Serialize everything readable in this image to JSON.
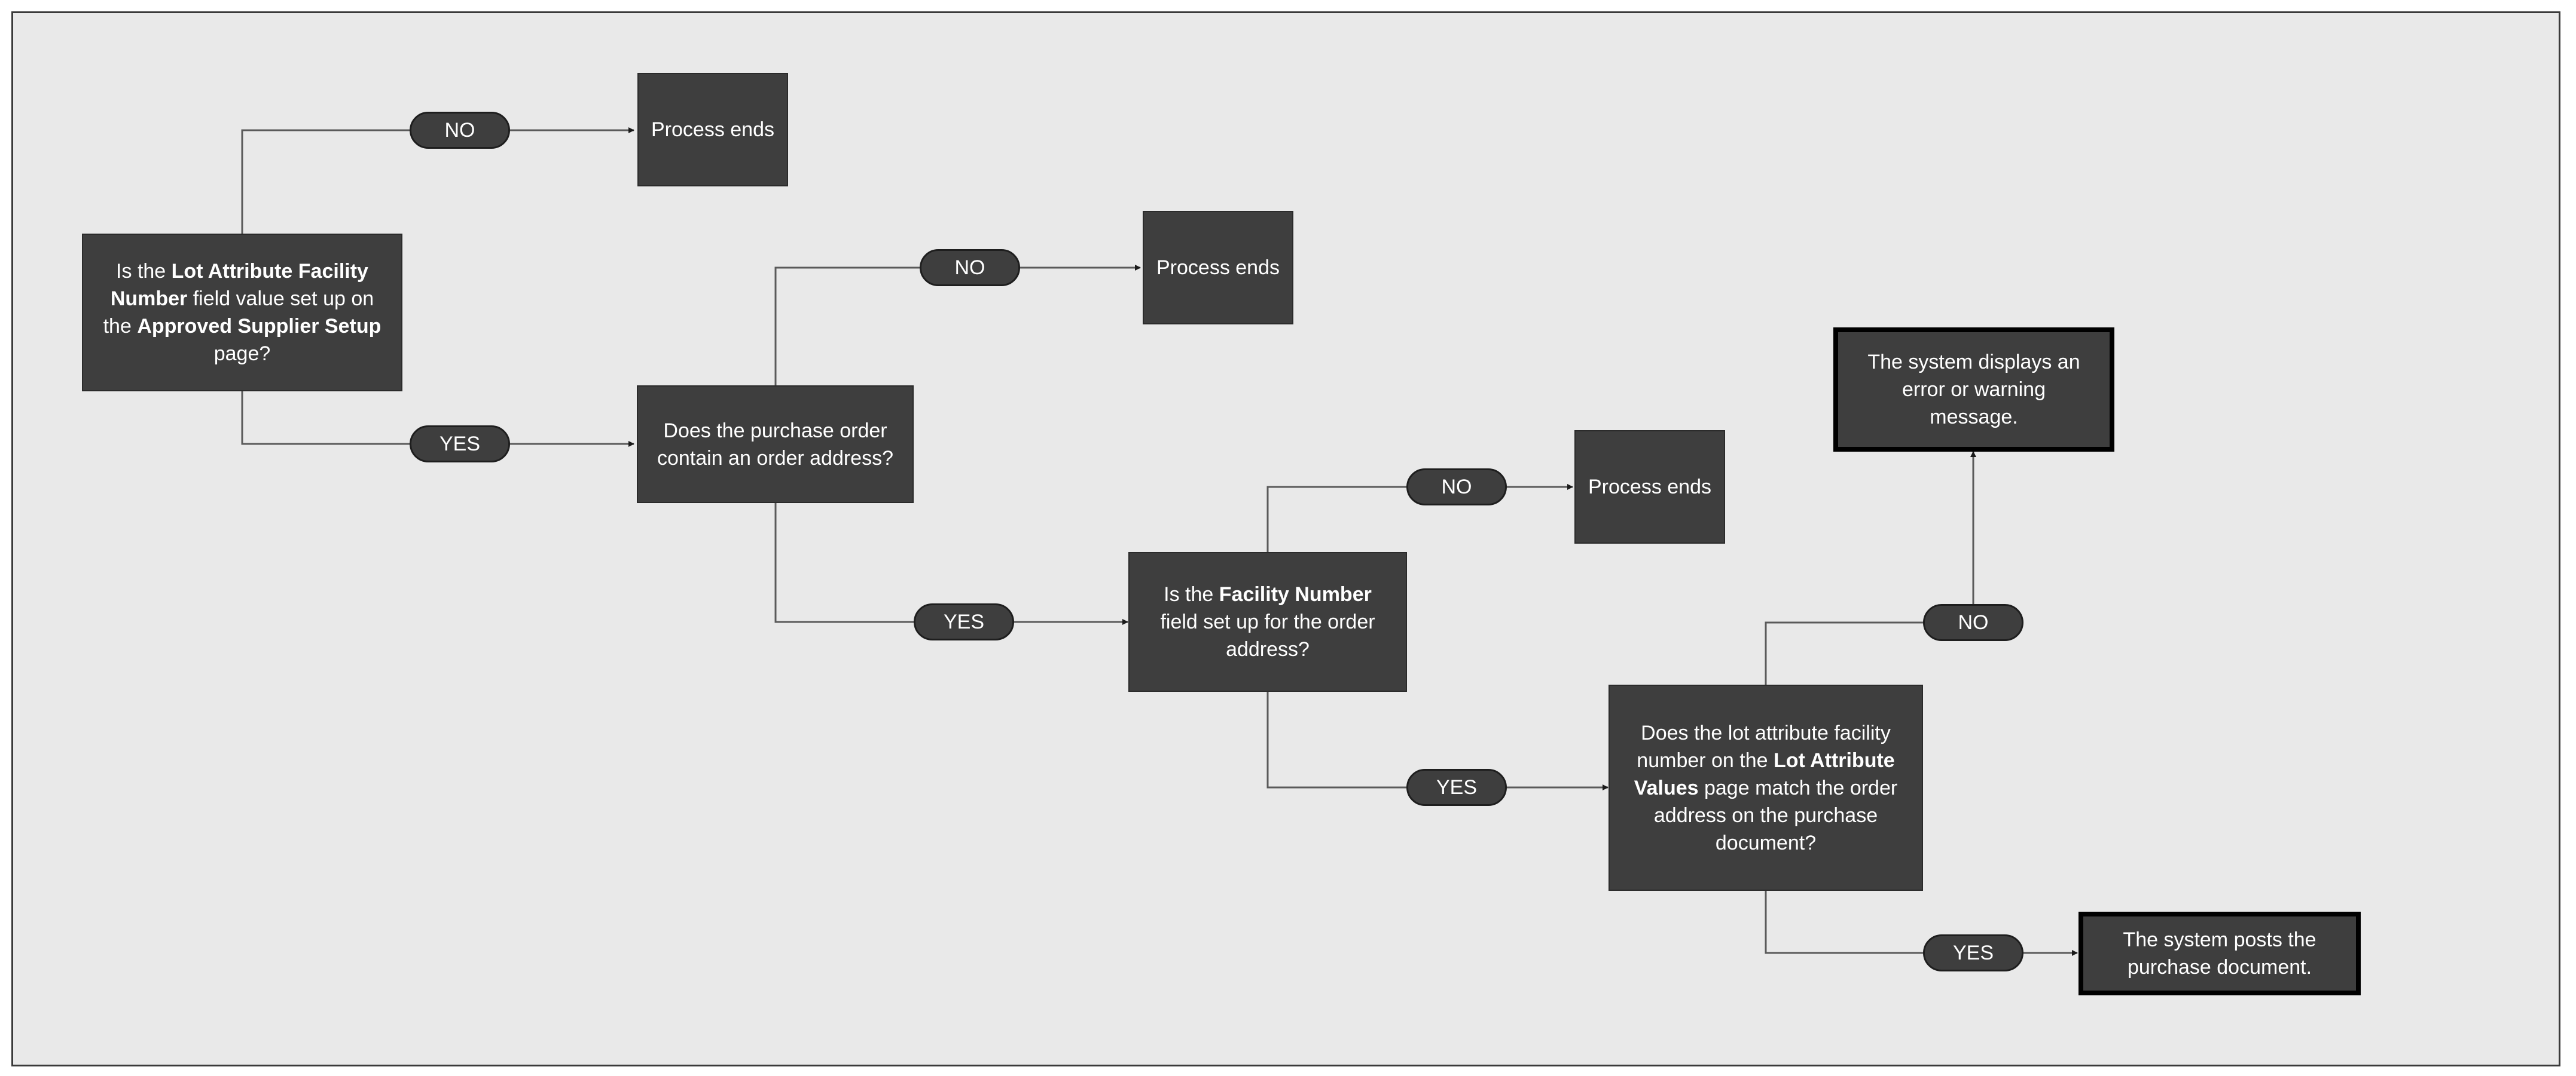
{
  "colors": {
    "background": "#e9e9e9",
    "box": "#3e3e3e",
    "text": "#ffffff",
    "line": "#5a5a5a"
  },
  "labels": {
    "no": "NO",
    "yes": "YES"
  },
  "nodes": {
    "q1": {
      "p1": "Is the ",
      "b1": "Lot Attribute Facility Number",
      "p2": " field value set up on the ",
      "b2": "Approved Supplier Setup",
      "p3": " page?"
    },
    "q2": {
      "text": "Does the purchase order contain an order address?"
    },
    "q3": {
      "p1": "Is the ",
      "b1": "Facility Number",
      "p2": " field set up for the order address?"
    },
    "q4": {
      "p1": "Does the lot attribute facility number on the ",
      "b1": "Lot Attribute Values",
      "p2": " page match the order address on the purchase document?"
    },
    "end1": {
      "text": "Process ends"
    },
    "end2": {
      "text": "Process ends"
    },
    "end3": {
      "text": "Process ends"
    },
    "error": {
      "text": "The system displays an error or warning message."
    },
    "posts": {
      "text": "The system posts the purchase document."
    }
  }
}
